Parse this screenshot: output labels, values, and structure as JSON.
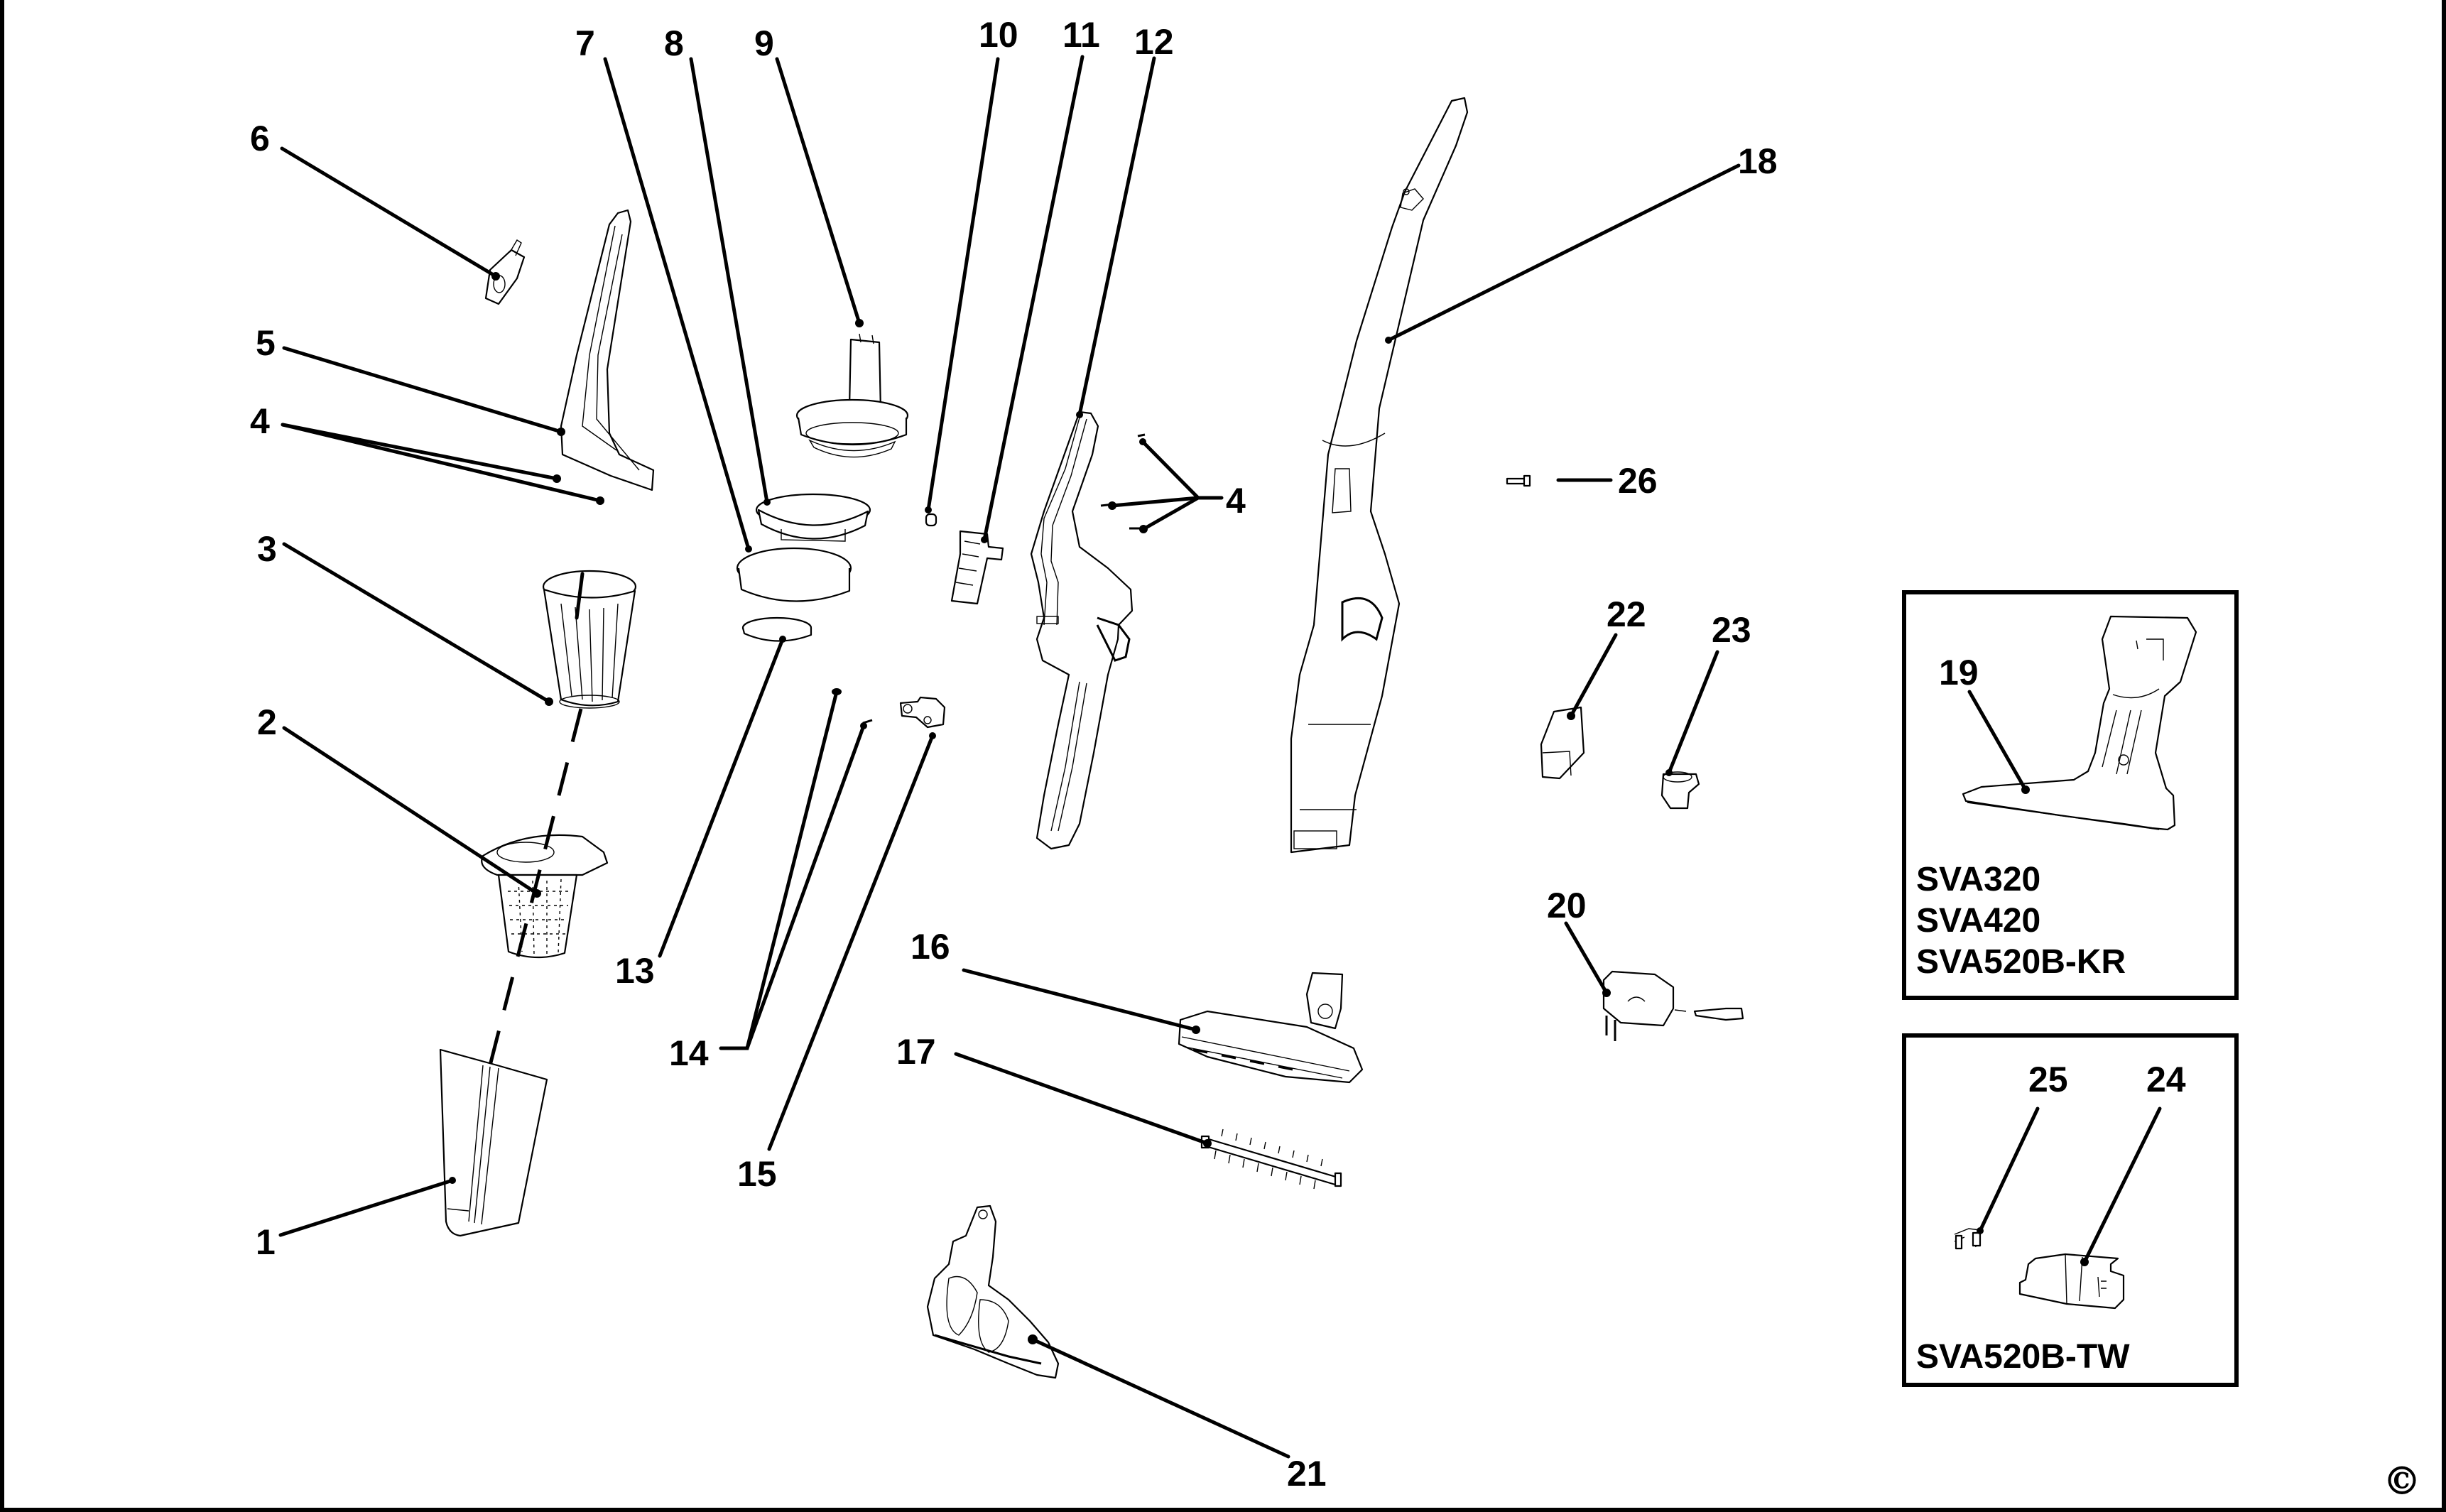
{
  "diagram": {
    "type": "exploded parts diagram",
    "subject": "cordless stick vacuum",
    "callouts": [
      {
        "id": "1",
        "label": "1",
        "part": "dust bowl"
      },
      {
        "id": "2",
        "label": "2",
        "part": "mesh pre-filter"
      },
      {
        "id": "3",
        "label": "3",
        "part": "pleated filter"
      },
      {
        "id": "4a",
        "label": "4",
        "part": "screws (left group)"
      },
      {
        "id": "5",
        "label": "5",
        "part": "handle housing"
      },
      {
        "id": "6",
        "label": "6",
        "part": "switch"
      },
      {
        "id": "7",
        "label": "7",
        "part": "seal ring"
      },
      {
        "id": "8",
        "label": "8",
        "part": "motor cover"
      },
      {
        "id": "9",
        "label": "9",
        "part": "motor / fan assembly"
      },
      {
        "id": "10",
        "label": "10",
        "part": "small bushing"
      },
      {
        "id": "11",
        "label": "11",
        "part": "PCB / switch board"
      },
      {
        "id": "12",
        "label": "12",
        "part": "hand unit housing"
      },
      {
        "id": "4b",
        "label": "4",
        "part": "screws (right group)"
      },
      {
        "id": "13",
        "label": "13",
        "part": "gasket"
      },
      {
        "id": "14",
        "label": "14",
        "part": "screws"
      },
      {
        "id": "15",
        "label": "15",
        "part": "latch"
      },
      {
        "id": "16",
        "label": "16",
        "part": "floor head"
      },
      {
        "id": "17",
        "label": "17",
        "part": "brush roll"
      },
      {
        "id": "18",
        "label": "18",
        "part": "stick body"
      },
      {
        "id": "20",
        "label": "20",
        "part": "charger adapter"
      },
      {
        "id": "21",
        "label": "21",
        "part": "floor head chassis"
      },
      {
        "id": "22",
        "label": "22",
        "part": "crevice tool"
      },
      {
        "id": "23",
        "label": "23",
        "part": "brush tool"
      },
      {
        "id": "26",
        "label": "26",
        "part": "pin"
      }
    ],
    "inset_boxes": [
      {
        "id": "inset-1",
        "callouts": [
          {
            "label": "19",
            "part": "charging base / stand"
          }
        ],
        "models": [
          "SVA320",
          "SVA420",
          "SVA520B-KR"
        ]
      },
      {
        "id": "inset-2",
        "callouts": [
          {
            "label": "25",
            "part": "wire connector"
          },
          {
            "label": "24",
            "part": "charging base"
          }
        ],
        "models": [
          "SVA520B-TW"
        ]
      }
    ],
    "copyright_symbol": "©"
  }
}
